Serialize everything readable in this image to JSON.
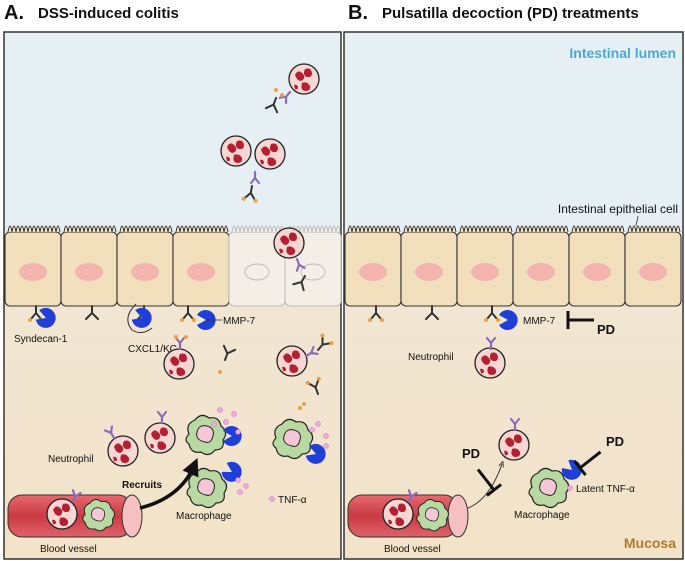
{
  "panel_a": {
    "letter": "A.",
    "title": "DSS-induced colitis",
    "labels": {
      "syndecan": "Syndecan-1",
      "cxcl": "CXCL1/KC",
      "mmp7": "MMP-7",
      "neutrophil": "Neutrophil",
      "recruits": "Recruits",
      "macrophage": "Macrophage",
      "tnf": "TNF-α",
      "blood_vessel": "Blood vessel"
    }
  },
  "panel_b": {
    "letter": "B.",
    "title": "Pulsatilla decoction (PD) treatments",
    "labels": {
      "lumen": "Intestinal lumen",
      "epithelial": "Intestinal epithelial cell",
      "mmp7": "MMP-7",
      "pd1": "PD",
      "neutrophil": "Neutrophil",
      "pd2": "PD",
      "pd3": "PD",
      "latent_tnf": "Latent TNF-α",
      "macrophage": "Macrophage",
      "blood_vessel": "Blood vessel",
      "mucosa": "Mucosa"
    }
  },
  "colors": {
    "lumen": "#e4eff3",
    "mucosa": "#f4e6d0",
    "cell": "#f0ddb8",
    "nucleus": "#f3b3b0",
    "neutrophil": "#f6d2d2",
    "granule": "#b0202a",
    "mmp7": "#1f3fd6",
    "macrophage": "#b8d8a0",
    "vessel": "#d94a52",
    "lumen_text": "#4aa8d8",
    "mucosa_text": "#b07a2a"
  }
}
